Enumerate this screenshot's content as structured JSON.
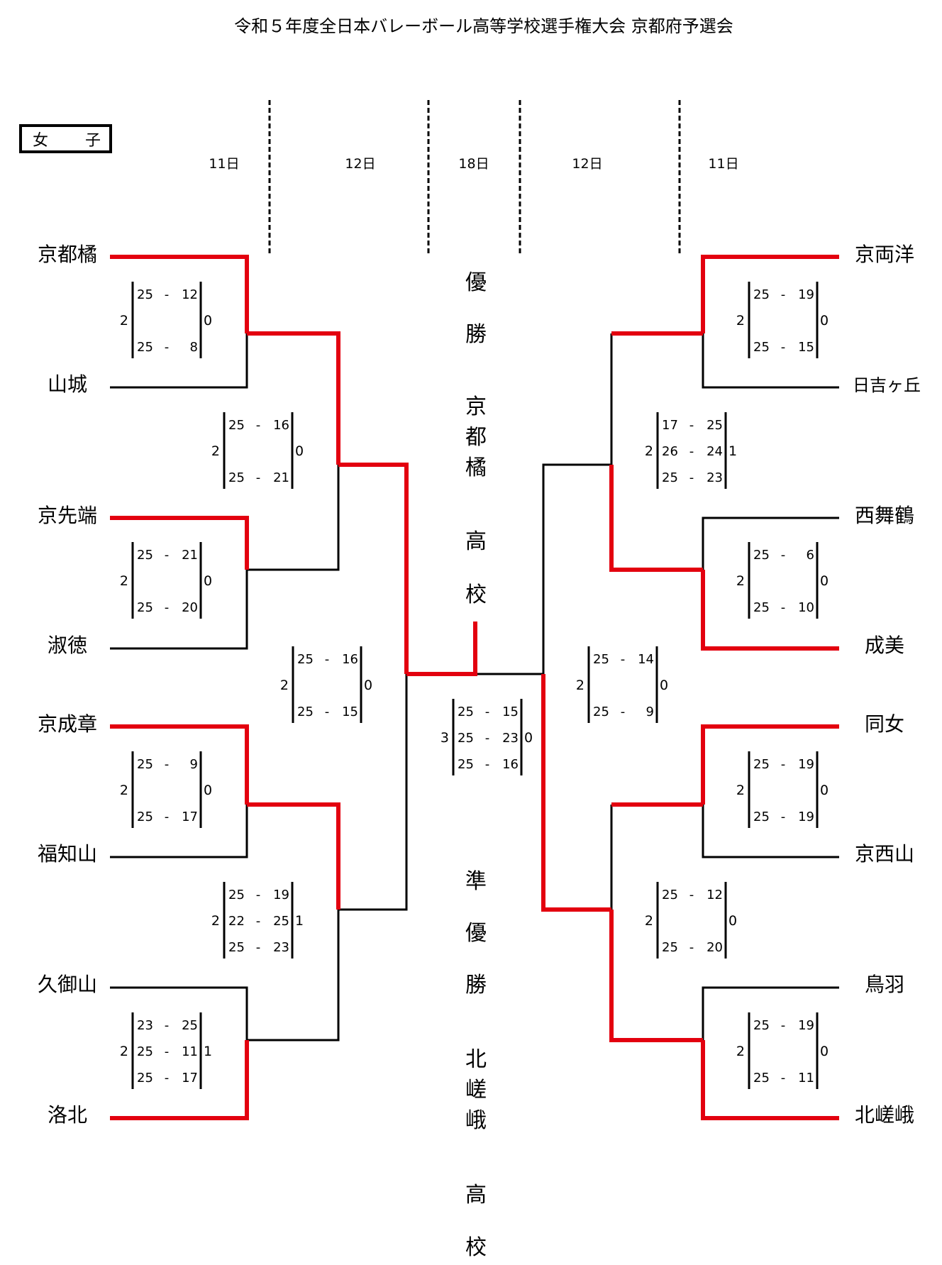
{
  "title": "令和５年度全日本バレーボール高等学校選手権大会 京都府予選会",
  "category": {
    "first": "女",
    "second": "子"
  },
  "days": [
    "11日",
    "12日",
    "18日",
    "12日",
    "11日"
  ],
  "colors": {
    "winner": "#e3000f",
    "loser": "#000000"
  },
  "teams_left": [
    "京都橘",
    "山城",
    "京先端",
    "淑徳",
    "京成章",
    "福知山",
    "久御山",
    "洛北"
  ],
  "teams_right": [
    "京両洋",
    "日吉ヶ丘",
    "西舞鶴",
    "成美",
    "同女",
    "京西山",
    "鳥羽",
    "北嵯峨"
  ],
  "champion": {
    "label": [
      "優",
      "勝"
    ],
    "school": [
      "京",
      "都",
      "橘",
      "高",
      "校"
    ]
  },
  "runner_up": {
    "label": [
      "準",
      "優",
      "勝"
    ],
    "school": [
      "北",
      "嵯",
      "峨",
      "高",
      "校"
    ]
  },
  "matches": {
    "L1": {
      "wins": "2",
      "losses": "0",
      "sets": [
        [
          "25",
          "12"
        ],
        [
          "25",
          "8"
        ]
      ]
    },
    "L2": {
      "wins": "2",
      "losses": "0",
      "sets": [
        [
          "25",
          "21"
        ],
        [
          "25",
          "20"
        ]
      ]
    },
    "L3": {
      "wins": "2",
      "losses": "0",
      "sets": [
        [
          "25",
          "9"
        ],
        [
          "25",
          "17"
        ]
      ]
    },
    "L4": {
      "wins": "2",
      "losses": "1",
      "sets": [
        [
          "23",
          "25"
        ],
        [
          "25",
          "11"
        ],
        [
          "25",
          "17"
        ]
      ]
    },
    "L5": {
      "wins": "2",
      "losses": "0",
      "sets": [
        [
          "25",
          "16"
        ],
        [
          "25",
          "21"
        ]
      ]
    },
    "L6": {
      "wins": "2",
      "losses": "1",
      "sets": [
        [
          "25",
          "19"
        ],
        [
          "22",
          "25"
        ],
        [
          "25",
          "23"
        ]
      ]
    },
    "L7": {
      "wins": "2",
      "losses": "0",
      "sets": [
        [
          "25",
          "16"
        ],
        [
          "25",
          "15"
        ]
      ]
    },
    "F": {
      "wins": "3",
      "losses": "0",
      "sets": [
        [
          "25",
          "15"
        ],
        [
          "25",
          "23"
        ],
        [
          "25",
          "16"
        ]
      ]
    },
    "R1": {
      "wins": "2",
      "losses": "0",
      "sets": [
        [
          "25",
          "19"
        ],
        [
          "25",
          "15"
        ]
      ]
    },
    "R2": {
      "wins": "2",
      "losses": "0",
      "sets": [
        [
          "25",
          "6"
        ],
        [
          "25",
          "10"
        ]
      ]
    },
    "R3": {
      "wins": "2",
      "losses": "0",
      "sets": [
        [
          "25",
          "19"
        ],
        [
          "25",
          "19"
        ]
      ]
    },
    "R4": {
      "wins": "2",
      "losses": "0",
      "sets": [
        [
          "25",
          "19"
        ],
        [
          "25",
          "11"
        ]
      ]
    },
    "R5": {
      "wins": "2",
      "losses": "1",
      "sets": [
        [
          "17",
          "25"
        ],
        [
          "26",
          "24"
        ],
        [
          "25",
          "23"
        ]
      ]
    },
    "R6": {
      "wins": "2",
      "losses": "0",
      "sets": [
        [
          "25",
          "12"
        ],
        [
          "25",
          "20"
        ]
      ]
    },
    "R7": {
      "wins": "2",
      "losses": "0",
      "sets": [
        [
          "25",
          "14"
        ],
        [
          "25",
          "9"
        ]
      ]
    }
  }
}
